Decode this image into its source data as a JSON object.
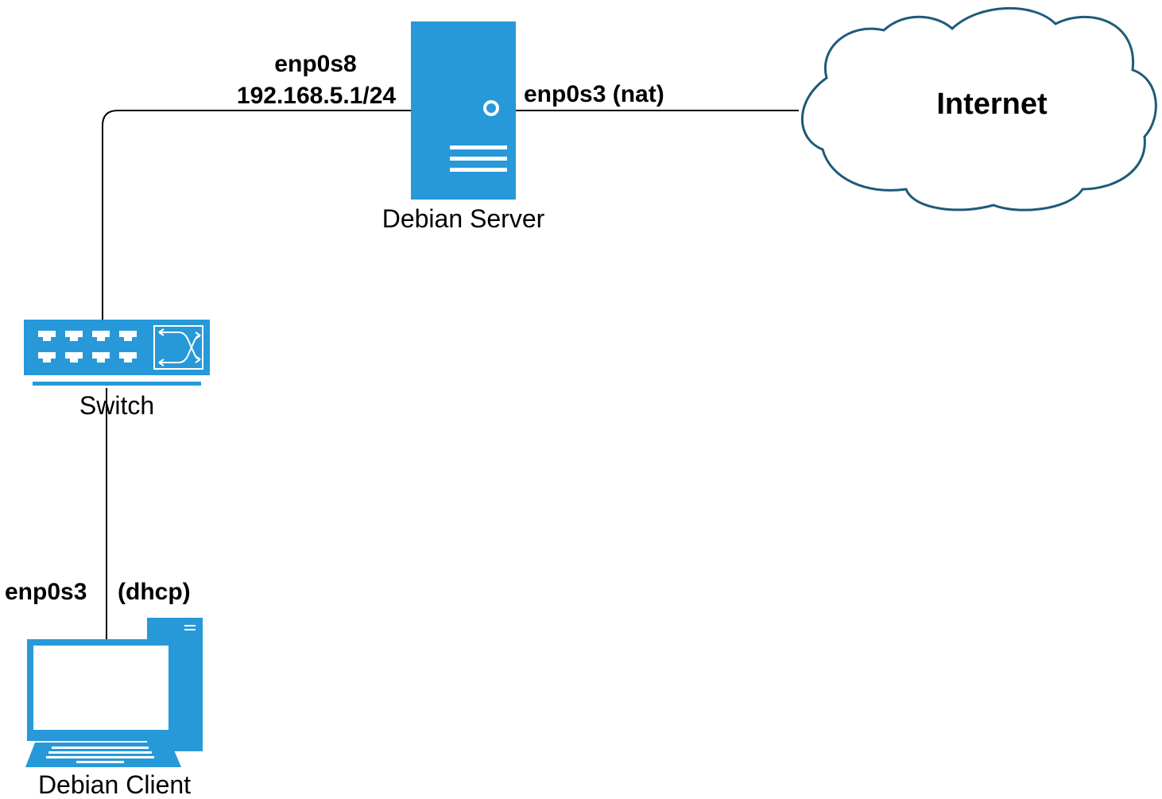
{
  "colors": {
    "device_fill": "#2799D8",
    "cloud_stroke": "#1F5A7A",
    "link_stroke": "#000000",
    "background": "#FFFFFF"
  },
  "nodes": {
    "server": {
      "label": "Debian Server",
      "icon": "server-tower-icon"
    },
    "switch": {
      "label": "Switch",
      "icon": "network-switch-icon"
    },
    "client": {
      "label": "Debian Client",
      "icon": "desktop-computer-icon"
    },
    "internet": {
      "label": "Internet",
      "icon": "cloud-icon"
    }
  },
  "interfaces": {
    "server_lan_name": "enp0s8",
    "server_lan_ip": "192.168.5.1/24",
    "server_wan": "enp0s3 (nat)",
    "client_iface": "enp0s3",
    "client_mode": "(dhcp)"
  },
  "links": [
    {
      "from": "server",
      "to": "internet"
    },
    {
      "from": "server",
      "to": "switch"
    },
    {
      "from": "switch",
      "to": "client"
    }
  ]
}
